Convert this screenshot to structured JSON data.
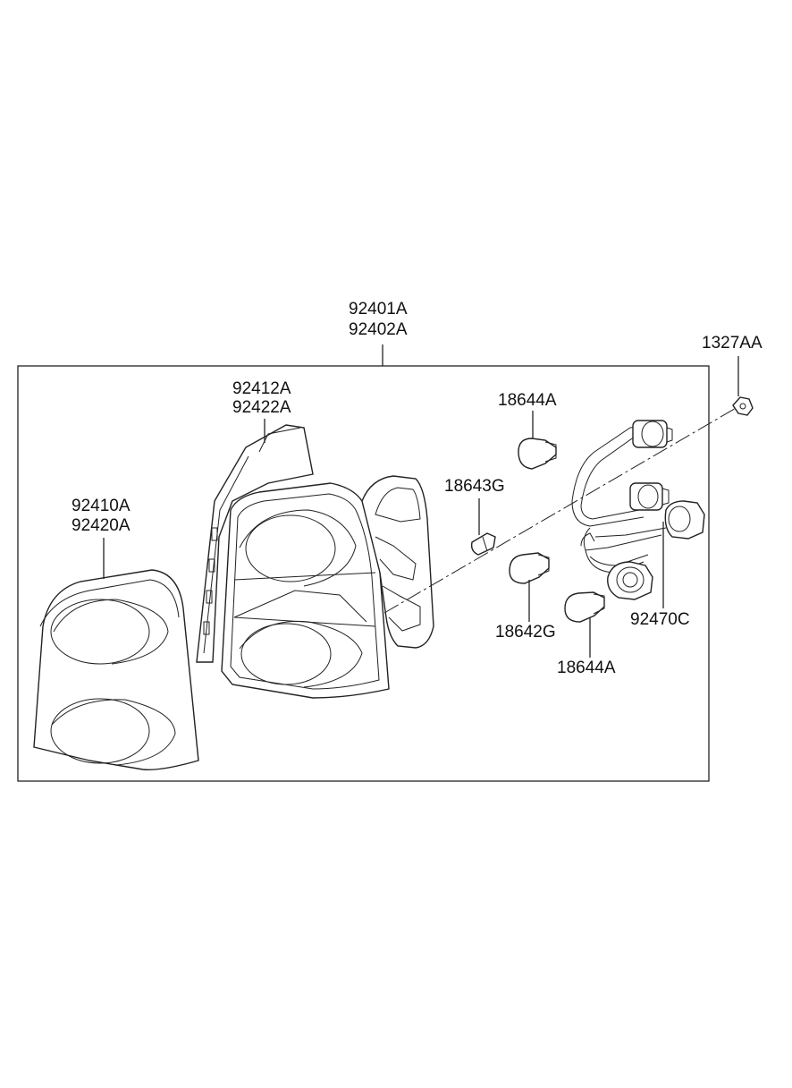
{
  "labels": {
    "assembly_1": "92401A",
    "assembly_2": "92402A",
    "nut": "1327AA",
    "bezel_1": "92412A",
    "bezel_2": "92422A",
    "bulb_top": "18644A",
    "bulb_small": "18643G",
    "lens_1": "92410A",
    "lens_2": "92420A",
    "bulb_mid": "18642G",
    "socket_harness": "92470C",
    "bulb_bottom": "18644A"
  }
}
